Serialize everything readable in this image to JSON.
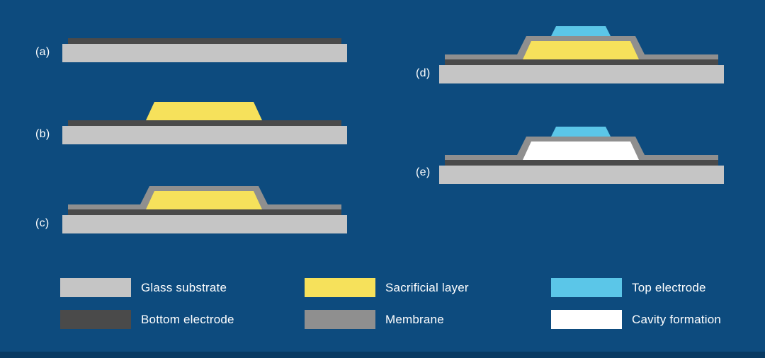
{
  "colors": {
    "background": "#0d4b7e",
    "footer": "#083a63",
    "substrate": "#c5c5c5",
    "bottom_electrode": "#4a4a4a",
    "sacrificial": "#f6e15b",
    "membrane": "#8f8f8f",
    "top_electrode": "#5bc6e8",
    "cavity": "#ffffff",
    "text": "#ffffff"
  },
  "steps": [
    {
      "label": "(a)",
      "layers": [
        "glass-substrate",
        "bottom-electrode"
      ]
    },
    {
      "label": "(b)",
      "layers": [
        "glass-substrate",
        "bottom-electrode",
        "sacrificial-layer"
      ]
    },
    {
      "label": "(c)",
      "layers": [
        "glass-substrate",
        "bottom-electrode",
        "sacrificial-layer",
        "membrane"
      ]
    },
    {
      "label": "(d)",
      "layers": [
        "glass-substrate",
        "bottom-electrode",
        "sacrificial-layer",
        "membrane",
        "top-electrode"
      ]
    },
    {
      "label": "(e)",
      "layers": [
        "glass-substrate",
        "bottom-electrode",
        "cavity",
        "membrane",
        "top-electrode"
      ]
    }
  ],
  "legend": [
    {
      "label": "Glass substrate",
      "swatch": "substrate"
    },
    {
      "label": "Bottom electrode",
      "swatch": "bottom_electrode"
    },
    {
      "label": "Sacrificial layer",
      "swatch": "sacrificial"
    },
    {
      "label": "Membrane",
      "swatch": "membrane"
    },
    {
      "label": "Top electrode",
      "swatch": "top_electrode"
    },
    {
      "label": "Cavity formation",
      "swatch": "cavity"
    }
  ]
}
